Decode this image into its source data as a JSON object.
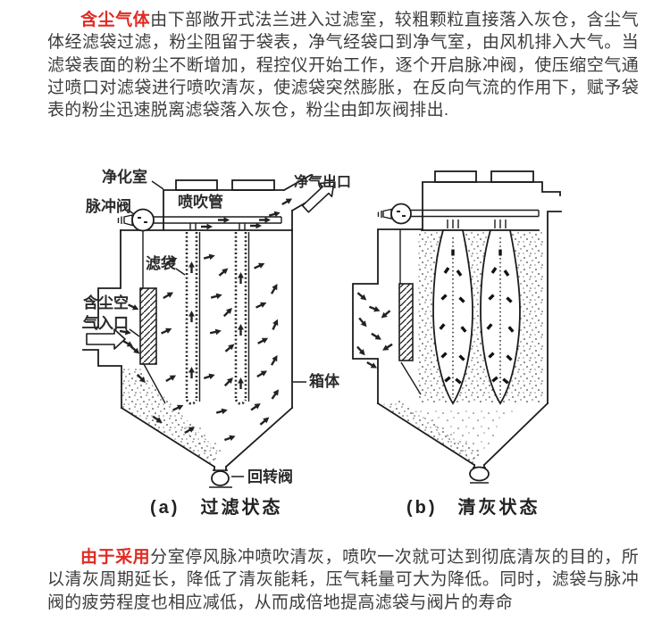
{
  "page": {
    "background": "#ffffff",
    "text_color": "#3d3d3d",
    "accent_red": "#df2b23",
    "line_color": "#1c1c1c"
  },
  "intro": {
    "highlight": "含尘气体",
    "body": "由下部敞开式法兰进入过滤室，较粗颗粒直接落入灰仓，含尘气体经滤袋过滤，粉尘阻留于袋表，净气经袋口到净气室，由风机排入大气。当滤袋表面的粉尘不断增加，程控仪开始工作，逐个开启脉冲阀，使压缩空气通过喷口对滤袋进行喷吹清灰，使滤袋突然膨胀，在反向气流的作用下，赋予袋表的粉尘迅速脱离滤袋落入灰仓，粉尘由卸灰阀排出."
  },
  "figure": {
    "labels": {
      "clean_room": "净化室",
      "pulse_valve": "脉冲阀",
      "blow_pipe": "喷吹管",
      "clean_gas_outlet": "净气出口",
      "filter_bag": "滤袋",
      "inlet_line1": "含尘空",
      "inlet_line2": "气入口",
      "box_body": "箱体",
      "rotary_valve": "回转阀"
    },
    "captions": {
      "a": "(a)　过滤状态",
      "b": "(b)　清灰状态"
    }
  },
  "outro": {
    "highlight": "由于采用",
    "body": "分室停风脉冲喷吹清灰，喷吹一次就可达到彻底清灰的目的，所以清灰周期延长，降低了清灰能耗，压气耗量可大为降低。同时，滤袋与脉冲阀的疲劳程度也相应减低，从而成倍地提高滤袋与阀片的寿命"
  }
}
